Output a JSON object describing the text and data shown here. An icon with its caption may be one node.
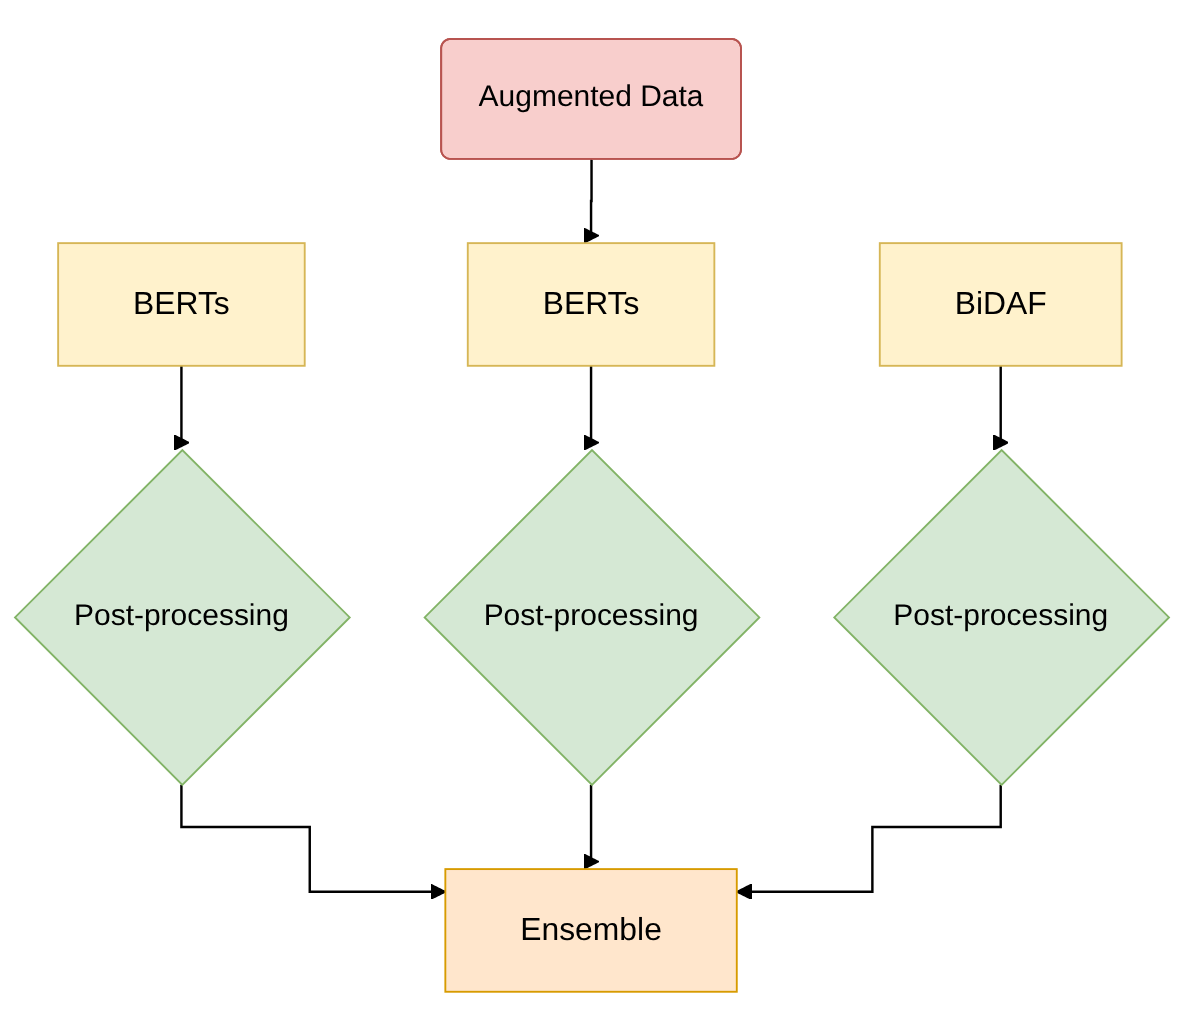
{
  "diagram": {
    "nodes": [
      {
        "text": [
          "Augmented Data"
        ]
      },
      {
        "text": [
          "BERTs"
        ]
      },
      {
        "text": [
          "BERTs"
        ]
      },
      {
        "text": [
          "BiDAF"
        ]
      },
      {
        "text": [
          "Post-processing"
        ]
      },
      {
        "text": [
          "Post-processing"
        ]
      },
      {
        "text": [
          "Post-processing"
        ]
      },
      {
        "text": [
          "Ensemble"
        ]
      }
    ],
    "edges": [
      {
        "from": 0,
        "to": 2,
        "arrow": "to"
      },
      {
        "from": 1,
        "to": 4,
        "arrow": "to"
      },
      {
        "from": 2,
        "to": 5,
        "arrow": "to"
      },
      {
        "from": 3,
        "to": 6,
        "arrow": "to"
      },
      {
        "from": 4,
        "to": 7,
        "arrow": "to"
      },
      {
        "from": 5,
        "to": 7,
        "arrow": "to"
      },
      {
        "from": 6,
        "to": 7,
        "arrow": "to"
      }
    ]
  }
}
